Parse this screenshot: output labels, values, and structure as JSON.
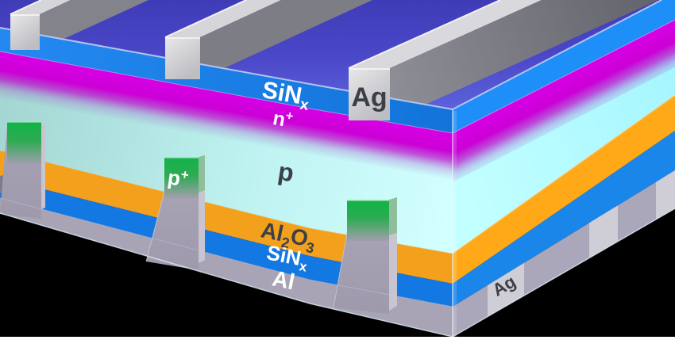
{
  "diagram": {
    "type": "perc-solar-cell-cross-section",
    "layers": {
      "arc": {
        "label": {
          "main": "SiN",
          "sub": "x"
        }
      },
      "front_contact": {
        "label": "Ag"
      },
      "emitter": {
        "label": {
          "main": "n",
          "sup": "+"
        }
      },
      "base": {
        "label": "p"
      },
      "bsf": {
        "label": {
          "main": "p",
          "sup": "+"
        }
      },
      "passivation": {
        "label": {
          "m1": "Al",
          "s1": "2",
          "m2": "O",
          "s2": "3"
        }
      },
      "capping": {
        "label": {
          "main": "SiN",
          "sub": "x"
        }
      },
      "metal": {
        "label": "Al"
      },
      "rear_pad": {
        "label": "Ag"
      }
    }
  },
  "colors": {
    "background": "#000000",
    "bottom_strip": "#ffffff",
    "top_surface_dark": "#423eba",
    "top_surface_light": "#6066de",
    "arc_front": "#1b84ea",
    "arc_right": "#1e8ff8",
    "emitter": "#cf00d8",
    "base_right": "#aefaff",
    "passivation_front": "#f3a01d",
    "passivation_right": "#ffa919",
    "capping_front": "#1478e2",
    "capping_right": "#1b86ea",
    "metal_front": "#a8a4b6",
    "metal_right": "#aba7bb",
    "metal_column": "#a3a0b0",
    "pad_right": "#cfcdd5",
    "bsf_green": "#15b546",
    "finger_side": "#7c7c84",
    "label_dark": "#3b4046",
    "label_light": "#ffffff"
  }
}
